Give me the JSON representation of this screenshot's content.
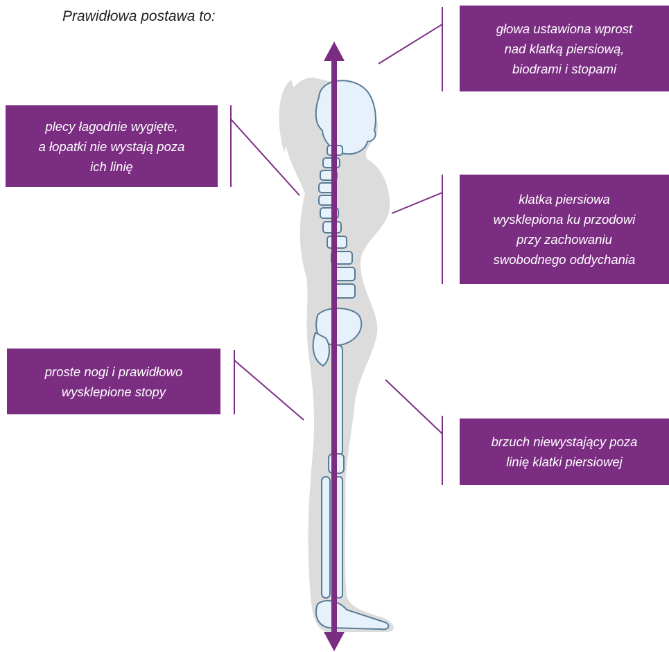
{
  "title": "Prawidłowa postawa to:",
  "labels": {
    "head": [
      "głowa ustawiona wprost",
      "nad klatką piersiową,",
      "biodrami i stopami"
    ],
    "back": [
      "plecy łagodnie wygięte,",
      "a łopatki nie wystają poza",
      "ich linię"
    ],
    "chest": [
      "klatka piersiowa",
      "wysklepiona ku przodowi",
      "przy zachowaniu",
      "swobodnego oddychania"
    ],
    "legs": [
      "proste nogi i prawidłowo",
      "wysklepione stopy"
    ],
    "belly": [
      "brzuch niewystający poza",
      "linię klatki piersiowej"
    ]
  },
  "colors": {
    "accent": "#7b2d82",
    "silhouette": "#dcdcdc",
    "bone": "#e7f1fb",
    "bone_outline": "#587b95"
  }
}
